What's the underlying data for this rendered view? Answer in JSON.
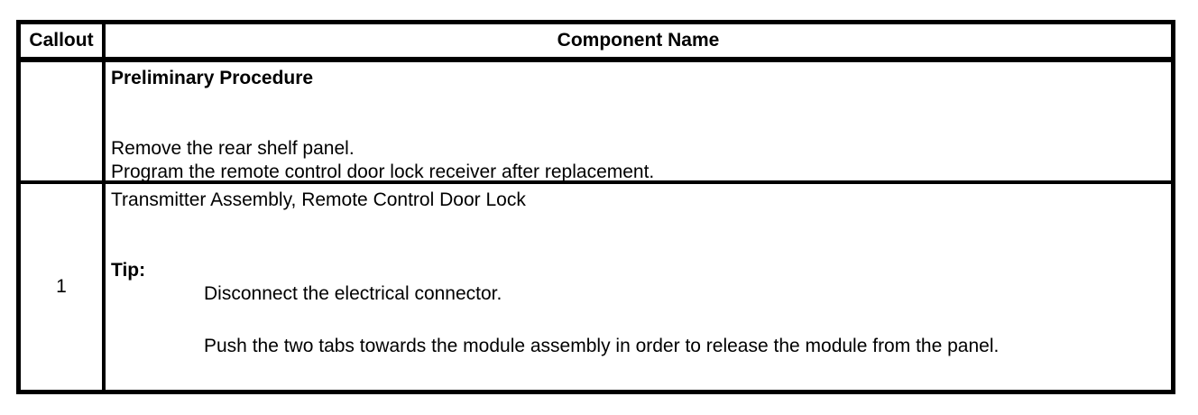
{
  "table": {
    "header": {
      "callout_label": "Callout",
      "component_label": "Component Name"
    },
    "rows": [
      {
        "callout": "",
        "title": "Preliminary Procedure",
        "line1": "Remove the rear shelf panel.",
        "line2": "Program the remote control door lock receiver after replacement."
      },
      {
        "callout": "1",
        "title": "Transmitter Assembly, Remote Control Door Lock",
        "tip_label": "Tip:",
        "step1": "Disconnect the electrical connector.",
        "step2": "Push the two tabs towards the module assembly in order to release the module from the panel."
      }
    ]
  }
}
